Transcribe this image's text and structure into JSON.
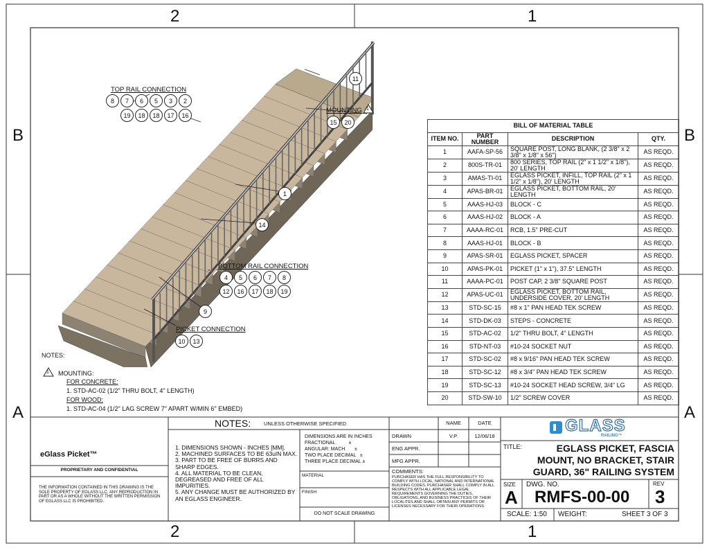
{
  "zones": {
    "top_left": "2",
    "top_right": "1",
    "bottom_left": "2",
    "bottom_right": "1",
    "left_top": "B",
    "left_bottom": "A",
    "right_top": "B",
    "right_bottom": "A"
  },
  "callouts": {
    "top_rail_title": "TOP RAIL CONNECTION",
    "top_rail_row1": [
      "8",
      "7",
      "6",
      "5",
      "3",
      "2"
    ],
    "top_rail_row2": [
      "19",
      "18",
      "18",
      "17",
      "16"
    ],
    "mounting_title": "MOUNTING",
    "mounting_flag": "1",
    "mounting_items": [
      "15",
      "20"
    ],
    "bottom_rail_title": "BOTTOM RAIL CONNECTION",
    "bottom_rail_row1": [
      "4",
      "5",
      "6",
      "7",
      "8"
    ],
    "bottom_rail_row2": [
      "12",
      "16",
      "17",
      "18",
      "19"
    ],
    "picket_title": "PICKET CONNECTION",
    "picket_items": [
      "10",
      "13"
    ],
    "b11": "11",
    "b1": "1",
    "b14": "14",
    "b9": "9"
  },
  "notes": {
    "title": "NOTES:",
    "flag": "1",
    "mounting": "MOUNTING:",
    "concrete_hdr": "FOR CONCRETE:",
    "concrete_item": "1. STD-AC-02 (1/2\" THRU BOLT, 4\" LENGTH)",
    "wood_hdr": "FOR WOOD:",
    "wood_item": "1. STD-AC-04 (1/2\" LAG SCREW 7\" APART W/MIN 6\" EMBED)"
  },
  "bom": {
    "title": "BILL OF MATERIAL TABLE",
    "headers": [
      "ITEM NO.",
      "PART NUMBER",
      "DESCRIPTION",
      "QTY."
    ],
    "rows": [
      [
        "1",
        "AAFA-SP-56",
        "SQUARE POST, LONG BLANK, (2 3/8\" x 2 3/8\" x 1/8\" x 56\")",
        "AS REQD."
      ],
      [
        "2",
        "800S-TR-01",
        "800 SERIES, TOP RAIL (2\" x 1 1/2\" x 1/8\"), 20' LENGTH",
        "AS REQD."
      ],
      [
        "3",
        "AMAS-TI-01",
        "EGLASS PICKET, INFILL, TOP RAIL (2\" x 1 1/2\" x 1/8\"), 20' LENGTH",
        "AS REQD."
      ],
      [
        "4",
        "APAS-BR-01",
        "EGLASS PICKET, BOTTOM RAIL, 20' LENGTH",
        "AS REQD."
      ],
      [
        "5",
        "AAAS-HJ-03",
        "BLOCK - C",
        "AS REQD."
      ],
      [
        "6",
        "AAAS-HJ-02",
        "BLOCK - A",
        "AS REQD."
      ],
      [
        "7",
        "AAAA-RC-01",
        "RCB, 1.5\" PRE-CUT",
        "AS REQD."
      ],
      [
        "8",
        "AAAS-HJ-01",
        "BLOCK - B",
        "AS REQD."
      ],
      [
        "9",
        "APAS-SR-01",
        "EGLASS PICKET, SPACER",
        "AS REQD."
      ],
      [
        "10",
        "APAS-PK-01",
        "PICKET (1\" x 1\"), 37.5\" LENGTH",
        "AS REQD."
      ],
      [
        "11",
        "AAAA-PC-01",
        "POST CAP, 2 3/8\" SQUARE POST",
        "AS REQD."
      ],
      [
        "12",
        "APAS-UC-01",
        "EGLASS PICKET, BOTTOM RAIL, UNDERSIDE COVER, 20' LENGTH",
        "AS REQD."
      ],
      [
        "13",
        "STD-SC-15",
        "#8 x 1\" PAN HEAD TEK SCREW",
        "AS REQD."
      ],
      [
        "14",
        "STD-DK-03",
        "STEPS - CONCRETE",
        "AS REQD."
      ],
      [
        "15",
        "STD-AC-02",
        "1/2\" THRU BOLT, 4\" LENGTH",
        "AS REQD."
      ],
      [
        "16",
        "STD-NT-03",
        "#10-24 SOCKET NUT",
        "AS REQD."
      ],
      [
        "17",
        "STD-SC-02",
        "#8 x 9/16\" PAN HEAD TEK SCREW",
        "AS REQD."
      ],
      [
        "18",
        "STD-SC-12",
        "#8 x 3/4\" PAN HEAD TEK SCREW",
        "AS REQD."
      ],
      [
        "19",
        "STD-SC-13",
        "#10-24 SOCKET HEAD SCREW, 3/4\" LG",
        "AS REQD."
      ],
      [
        "20",
        "STD-SW-10",
        "1/2\" SCREW COVER",
        "AS REQD."
      ]
    ]
  },
  "titleblock": {
    "company": "eGlass Picket™",
    "proprietary": "PROPRIETARY AND CONFIDENTIAL",
    "disclaimer": "THE INFORMATION CONTAINED IN THIS DRAWING IS THE SOLE PROPERTY OF EGLASS LLC. ANY REPRODUCTION IN PART OR AS A WHOLE WITHOUT THE WRITTEN PERMISSION OF EGLASS LLC IS PROHIBITED.",
    "notes_title": "NOTES:",
    "unless": "UNLESS OTHERWISE SPECIFIED",
    "notes_body": "1. DIMENSIONS SHOWN - INCHES [MM].\n2. MACHINED SURFACES TO BE 63uIN MAX.\n3. PART TO BE FREE OF BURRS AND SHARP EDGES.\n4. ALL MATERIAL TO BE CLEAN, DEGREASED AND FREE OF ALL IMPURITIES.\n5. ANY CHANGE MUST BE AUTHORIZED BY AN EGLASS ENGINEER.",
    "dims": "DIMENSIONS ARE IN INCHES\nFRACTIONAL          ±\nANGULAR: MACH       ±\nTWO PLACE DECIMAL   ±\nTHREE PLACE DECIMAL ±",
    "material": "MATERIAL",
    "finish": "FINISH",
    "do_not_scale": "DO NOT SCALE DRAWING",
    "name_hdr": "NAME",
    "date_hdr": "DATE",
    "drawn": "DRAWN",
    "drawn_name": "V.P.",
    "drawn_date": "12/06/18",
    "eng_appr": "ENG APPR.",
    "mfg_appr": "MFG APPR.",
    "comments": "COMMENTS:",
    "comments_body": "PURCHASER HAS THE FULL RESPONSIBILITY TO COMPLY WITH LOCAL, NATIONAL AND INTERNATIONAL BUILDING CODES. PURCHASER SHALL COMPLY IN ALL RESPECTS WITH ALL APPLICABLE LEGAL REQUIREMENTS GOVERNING THE DUTIES, OBLIGATIONS, AND BUSINESS PRACTICES OF THEIR LOCALITES AND SHALL OBTAIN ANY PERMITS OR LICENSES NECESSARY FOR THEIR OPERATIONS.",
    "logo_main": "GLASS",
    "logo_sub": "RAILING™",
    "title_lbl": "TITLE:",
    "title": "EGLASS PICKET, FASCIA MOUNT, NO BRACKET, STAIR GUARD, 36\" RAILING SYSTEM",
    "size_lbl": "SIZE",
    "size": "A",
    "dwg_lbl": "DWG.  NO.",
    "dwg": "RMFS-00-00",
    "rev_lbl": "REV",
    "rev": "3",
    "scale": "SCALE: 1:50",
    "weight": "WEIGHT:",
    "sheet": "SHEET 3 OF 3"
  }
}
